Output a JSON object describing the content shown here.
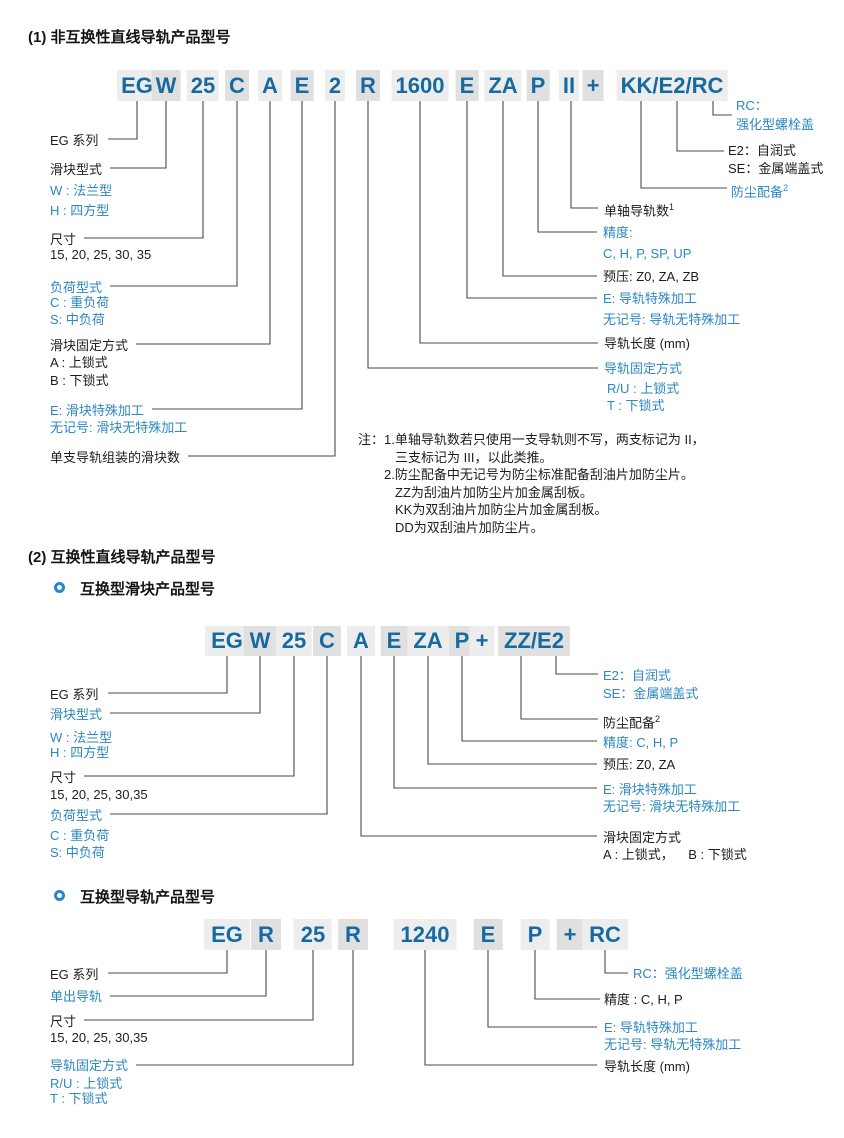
{
  "colors": {
    "model_text": "#176a9f",
    "label_blue": "#2c87c2",
    "text_black": "#1d1d1d",
    "segment_bg_light": "#ededed",
    "segment_bg_dark": "#e0e0e0",
    "connector_line": "#4a4a4a",
    "bullet_ring": "#2787c8"
  },
  "s1": {
    "title": "(1) 非互换性直线导轨产品型号",
    "model": [
      "EG",
      "W",
      "25",
      "C",
      "A",
      "E",
      "2",
      "R",
      "1600",
      "E",
      "ZA",
      "P",
      "II",
      "+",
      "KK/E2/RC"
    ],
    "left": {
      "series": "EG 系列",
      "block_type": "滑块型式",
      "block_type_w": "W : 法兰型",
      "block_type_h": "H : 四方型",
      "size": "尺寸",
      "size_values": "15, 20, 25, 30, 35",
      "load_type": "负荷型式",
      "load_c": "C : 重负荷",
      "load_s": "S: 中负荷",
      "block_mount": "滑块固定方式",
      "mount_a": "A : 上锁式",
      "mount_b": "B : 下锁式",
      "block_special": "E: 滑块特殊加工",
      "block_special_none": "无记号: 滑块无特殊加工",
      "blocks_per_rail": "单支导轨组装的滑块数"
    },
    "right": {
      "rc_line1": "RC：",
      "rc_line2": "强化型螺栓盖",
      "e2": "E2：自润式",
      "se": "SE：金属端盖式",
      "dust": "防尘配备",
      "dust_sup": "2",
      "rail_count": "单轴导轨数",
      "rail_count_sup": "1",
      "precision": "精度:",
      "precision_values": "C, H, P, SP, UP",
      "preload": "预压: Z0, ZA, ZB",
      "rail_special": "E: 导轨特殊加工",
      "rail_special_none": "无记号: 导轨无特殊加工",
      "rail_length": "导轨长度 (mm)",
      "rail_mount": "导轨固定方式",
      "rail_mount_ru": "R/U : 上锁式",
      "rail_mount_t": "T : 下锁式"
    },
    "note": {
      "prefix": "注：",
      "l1": "1.单轴导轨数若只使用一支导轨则不写，两支标记为 II，",
      "l2": "三支标记为 III，以此类推。",
      "l3": "2.防尘配备中无记号为防尘标准配备刮油片加防尘片。",
      "l4": "ZZ为刮油片加防尘片加金属刮板。",
      "l5": "KK为双刮油片加防尘片加金属刮板。",
      "l6": "DD为双刮油片加防尘片。"
    }
  },
  "s2": {
    "title": "(2) 互换性直线导轨产品型号",
    "subtitle": "互换型滑块产品型号",
    "model": [
      "EG",
      "W",
      "25",
      "C",
      "A",
      "E",
      "ZA",
      "P",
      "+",
      "ZZ/E2"
    ],
    "left": {
      "series": "EG 系列",
      "block_type": "滑块型式",
      "block_type_w": "W : 法兰型",
      "block_type_h": "H : 四方型",
      "size": "尺寸",
      "size_values": "15, 20, 25, 30,35",
      "load_type": "负荷型式",
      "load_c": "C : 重负荷",
      "load_s": "S: 中负荷"
    },
    "right": {
      "e2": "E2：自润式",
      "se": "SE：金属端盖式",
      "dust": "防尘配备",
      "dust_sup": "2",
      "precision": "精度: C, H, P",
      "preload": "预压: Z0, ZA",
      "block_special": "E: 滑块特殊加工",
      "block_special_none": "无记号: 滑块无特殊加工",
      "block_mount": "滑块固定方式",
      "mount_ab": "A : 上锁式，    B : 下锁式"
    }
  },
  "s3": {
    "subtitle": "互换型导轨产品型号",
    "model": [
      "EG",
      "R",
      "25",
      "R",
      "1240",
      "E",
      "P",
      "+",
      "RC"
    ],
    "left": {
      "series": "EG 系列",
      "single_rail": "单出导轨",
      "size": "尺寸",
      "size_values": "15, 20, 25, 30,35",
      "rail_mount": "导轨固定方式",
      "rail_mount_ru": "R/U : 上锁式",
      "rail_mount_t": "T : 下锁式"
    },
    "right": {
      "rc": "RC：强化型螺栓盖",
      "precision": "精度 : C, H, P",
      "rail_special": "E: 导轨特殊加工",
      "rail_special_none": "无记号: 导轨无特殊加工",
      "rail_length": "导轨长度 (mm)"
    }
  }
}
